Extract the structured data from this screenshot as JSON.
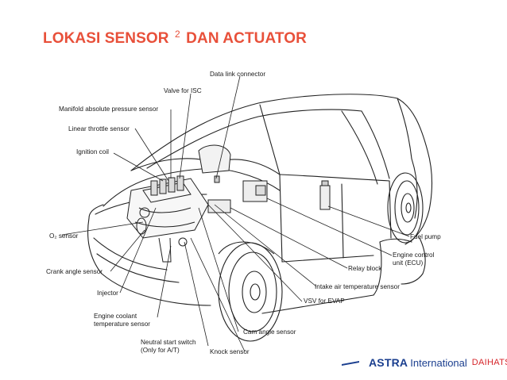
{
  "title": {
    "main": "LOKASI SENSOR",
    "superscript": "2",
    "rest": "DAN ACTUATOR"
  },
  "labels": {
    "data_link_connector": "Data link connector",
    "valve_for_isc": "Valve for ISC",
    "map_sensor": "Manifold absolute pressure sensor",
    "linear_throttle_sensor": "Linear throttle sensor",
    "ignition_coil": "Ignition coil",
    "o2_sensor": "O₂ sensor",
    "crank_angle_sensor": "Crank angle sensor",
    "injector": "Injector",
    "engine_coolant_line1": "Engine coolant",
    "engine_coolant_line2": "temperature sensor",
    "neutral_start_line1": "Neutral start switch",
    "neutral_start_line2": "(Only for A/T)",
    "knock_sensor": "Knock sensor",
    "cam_angle_sensor": "Cam angle sensor",
    "vsv_for_evap": "VSV for EVAP",
    "intake_air_temp_sensor": "Intake air temperature sensor",
    "relay_block": "Relay block",
    "ecu_line1": "Engine control",
    "ecu_line2": "unit (ECU)",
    "fuel_pump": "Fuel pump"
  },
  "footer": {
    "astra": "ASTRA",
    "international": "International",
    "daihatsu": "DAIHATSU"
  },
  "colors": {
    "title": "#e8503a",
    "astra_blue": "#1b3f8f",
    "daihatsu_red": "#d6262b",
    "line": "#222222"
  }
}
